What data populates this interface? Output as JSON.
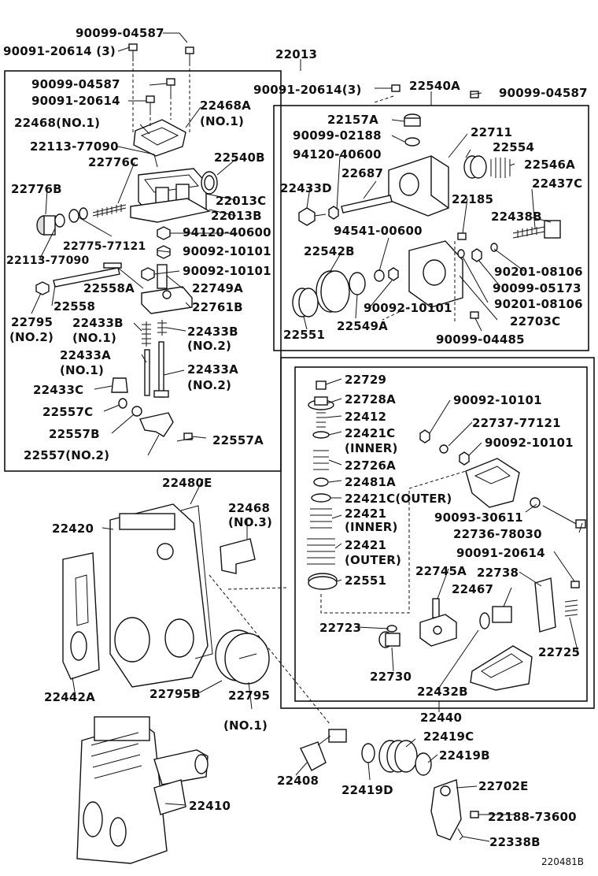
{
  "diagram": {
    "ref_code": "220481B",
    "labels": [
      "90099-04587",
      "90091-20614 (3)",
      "22013",
      "90099-04587",
      "90091-20614",
      "22468A",
      "(NO.1)",
      "22468(NO.1)",
      "22113-77090",
      "22776C",
      "22540B",
      "22776B",
      "22013C",
      "22013B",
      "94120-40600",
      "22775-77121",
      "22113-77090",
      "90092-10101",
      "90092-10101",
      "22558A",
      "22749A",
      "22558",
      "22761B",
      "22795",
      "(NO.2)",
      "22433B",
      "(NO.1)",
      "22433B",
      "(NO.2)",
      "22433A",
      "(NO.1)",
      "22433A",
      "(NO.2)",
      "22433C",
      "22557C",
      "22557B",
      "22557A",
      "22557(NO.2)",
      "90091-20614(3)",
      "22540A",
      "90099-04587",
      "22157A",
      "22711",
      "90099-02188",
      "22554",
      "94120-40600",
      "22546A",
      "22687",
      "22433D",
      "22437C",
      "22185",
      "22438B",
      "94541-00600",
      "22542B",
      "90201-08106",
      "90099-05173",
      "90201-08106",
      "90092-10101",
      "22703C",
      "22551",
      "22549A",
      "90099-04485",
      "22729",
      "22728A",
      "90092-10101",
      "22412",
      "22737-77121",
      "22421C",
      "(INNER)",
      "90092-10101",
      "22726A",
      "22481A",
      "22421C(OUTER)",
      "22421",
      "(INNER)",
      "90093-30611",
      "22421",
      "(OUTER)",
      "22736-78030",
      "22551",
      "90091-20614",
      "22745A",
      "22738",
      "22467",
      "22723",
      "22725",
      "22730",
      "22432B",
      "22440",
      "22480E",
      "22468",
      "(NO.3)",
      "22420",
      "22442A",
      "22795B",
      "22795",
      "(NO.1)",
      "22419C",
      "22408",
      "22419B",
      "22419D",
      "22702E",
      "22188-73600",
      "22410",
      "22338B"
    ]
  }
}
